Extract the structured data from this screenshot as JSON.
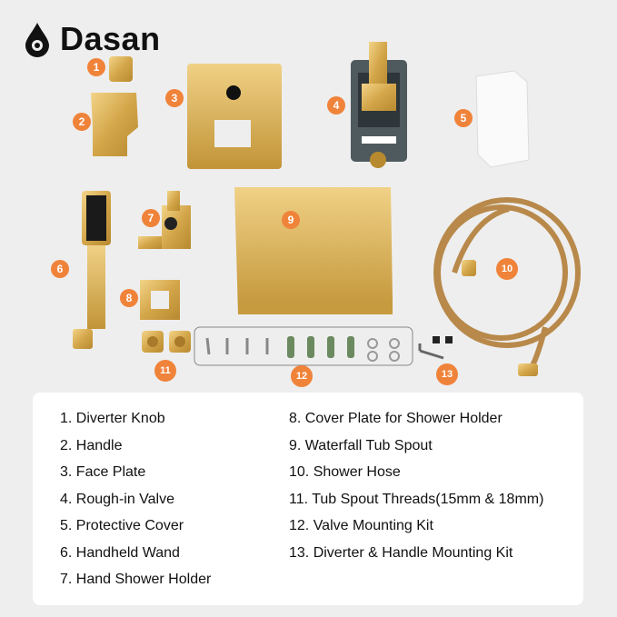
{
  "brand": {
    "name": "Dasan"
  },
  "badges": [
    "1",
    "2",
    "3",
    "4",
    "5",
    "6",
    "7",
    "8",
    "9",
    "10",
    "11",
    "12",
    "13"
  ],
  "parts_list": {
    "left": [
      "1. Diverter Knob",
      "2. Handle",
      "3. Face Plate",
      "4. Rough-in Valve",
      "5. Protective Cover",
      "6. Handheld Wand",
      "7. Hand Shower Holder"
    ],
    "right": [
      "8. Cover Plate for Shower Holder",
      "9. Waterfall Tub Spout",
      "10. Shower Hose",
      "11. Tub Spout Threads(15mm & 18mm)",
      "12. Valve Mounting Kit",
      "13. Diverter & Handle Mounting Kit"
    ]
  },
  "colors": {
    "accent": "#f0833a",
    "gold": "#d4a64a",
    "background": "#eeeeee"
  }
}
